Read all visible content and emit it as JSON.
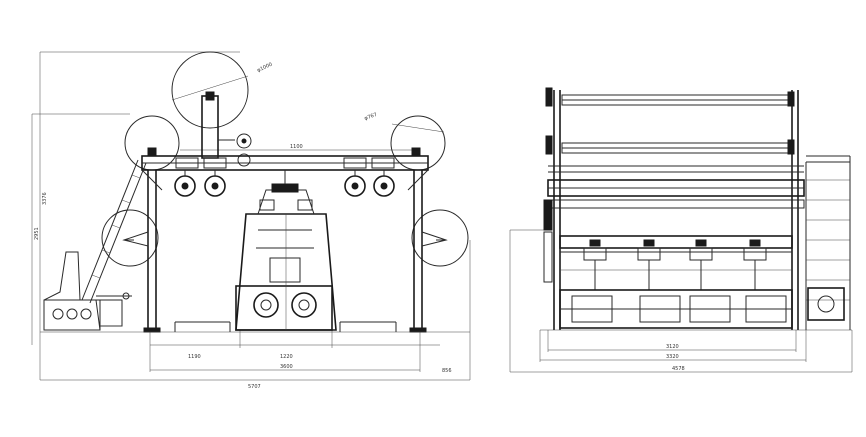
{
  "front_view": {
    "dimensions": {
      "dia_large": "φ1000",
      "dia_small": "φ767",
      "beam_width": "1100",
      "height_total": "3376",
      "height_inner": "2951",
      "span_left": "1190",
      "span_center": "1220",
      "span_inner": "3600",
      "span_right": "856",
      "span_total": "5707"
    }
  },
  "side_view": {
    "dimensions": {
      "width_a": "3120",
      "width_b": "3320",
      "width_total": "4578"
    }
  }
}
